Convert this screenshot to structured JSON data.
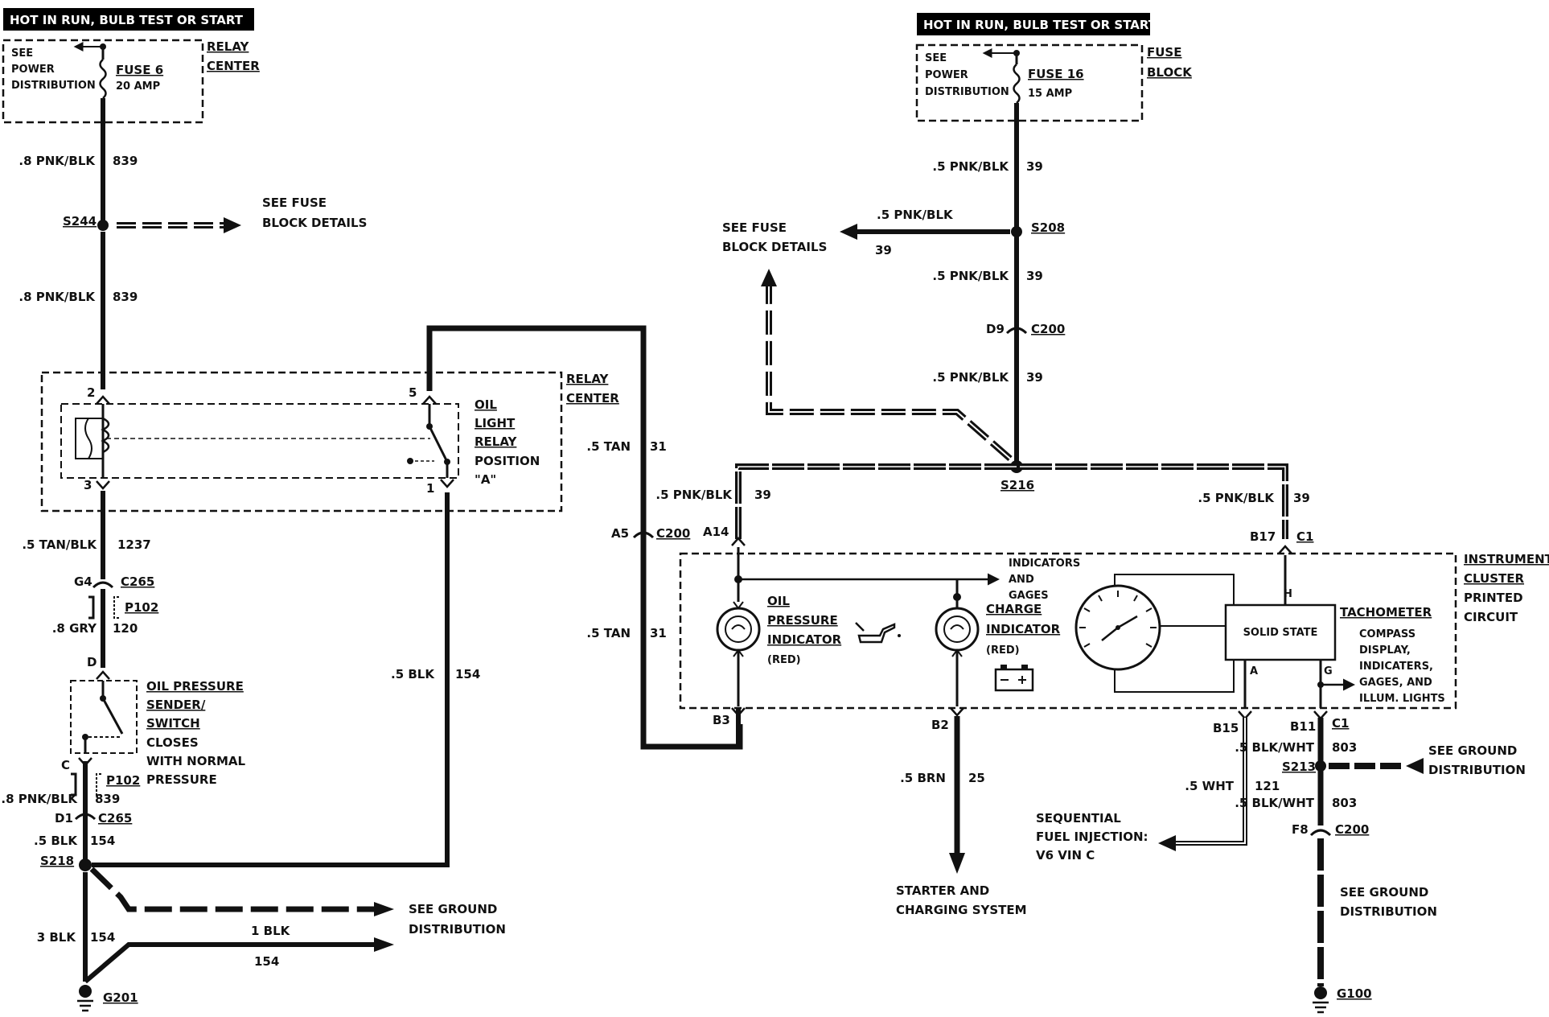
{
  "left": {
    "header": "HOT IN RUN, BULB TEST OR START",
    "box": {
      "see": "SEE",
      "power": "POWER",
      "distribution": "DISTRIBUTION",
      "fuse": "FUSE 6",
      "amp": "20 AMP",
      "tag1": "RELAY",
      "tag2": "CENTER"
    },
    "wire1": {
      "gauge": ".8 PNK/BLK",
      "circuit": "839"
    },
    "splice1": "S244",
    "fuse_details": [
      "SEE FUSE",
      "BLOCK DETAILS"
    ],
    "wire2": {
      "gauge": ".8 PNK/BLK",
      "circuit": "839"
    },
    "relay": {
      "pin2": "2",
      "pin3": "3",
      "pin5": "5",
      "pin1": "1",
      "name1": "OIL",
      "name2": "LIGHT",
      "name3": "RELAY",
      "pos1": "POSITION",
      "pos2": "\"A\"",
      "tag1": "RELAY",
      "tag2": "CENTER"
    },
    "wire3": {
      "gauge": ".5 TAN/BLK",
      "circuit": "1237"
    },
    "conn_c265": {
      "pin": "G4",
      "name": "C265"
    },
    "p102": "P102",
    "wire4": {
      "gauge": ".8 GRY",
      "circuit": "120"
    },
    "pin_d": "D",
    "sender": [
      "OIL PRESSURE",
      "SENDER/",
      "SWITCH",
      "CLOSES",
      "WITH NORMAL",
      "PRESSURE"
    ],
    "pin_c": "C",
    "p102b": "P102",
    "wire5": {
      "gauge": ".8 PNK/BLK",
      "circuit": "839"
    },
    "conn_c265b": {
      "pin": "D1",
      "name": "C265"
    },
    "wire6": {
      "gauge": ".5 BLK",
      "circuit": "154"
    },
    "splice2": "S218",
    "wire7": {
      "gauge": "3 BLK",
      "circuit": "154"
    },
    "ground_wire1": "1 BLK",
    "ground_wire2": "154",
    "ground_ref": [
      "SEE GROUND",
      "DISTRIBUTION"
    ],
    "ground": "G201",
    "blk_wire": {
      "gauge": ".5 BLK",
      "circuit": "154"
    }
  },
  "middle": {
    "tan_upper": {
      "gauge": ".5 TAN",
      "circuit": "31"
    },
    "conn": {
      "pin": "A5",
      "name": "C200"
    },
    "tan_lower": {
      "gauge": ".5 TAN",
      "circuit": "31"
    }
  },
  "right": {
    "header": "HOT IN RUN, BULB TEST OR START",
    "box": {
      "see": "SEE",
      "power": "POWER",
      "distribution": "DISTRIBUTION",
      "fuse": "FUSE 16",
      "amp": "15 AMP",
      "tag1": "FUSE",
      "tag2": "BLOCK"
    },
    "wire1": {
      "gauge": ".5 PNK/BLK",
      "circuit": "39"
    },
    "branch": {
      "gauge": ".5 PNK/BLK",
      "circuit": "39"
    },
    "splice_s208": "S208",
    "fuse_details": [
      "SEE FUSE",
      "BLOCK DETAILS"
    ],
    "wire2": {
      "gauge": ".5 PNK/BLK",
      "circuit": "39"
    },
    "conn_d9": {
      "pin": "D9",
      "name": "C200"
    },
    "wire3": {
      "gauge": ".5 PNK/BLK",
      "circuit": "39"
    },
    "splice_s216": "S216",
    "left_feed": {
      "gauge": ".5 PNK/BLK",
      "circuit": "39"
    },
    "right_feed": {
      "gauge": ".5 PNK/BLK",
      "circuit": "39"
    },
    "pins": {
      "a14": "A14",
      "b17": "B17",
      "c1": "C1",
      "h": "H",
      "a": "A",
      "g": "G",
      "b3": "B3",
      "b2": "B2",
      "b15": "B15",
      "b11": "B11",
      "c1b": "C1"
    },
    "indicators": [
      "INDICATORS",
      "AND",
      "GAGES"
    ],
    "oil_ind": [
      "OIL",
      "PRESSURE",
      "INDICATOR",
      "(RED)"
    ],
    "charge_ind": [
      "CHARGE",
      "INDICATOR",
      "(RED)"
    ],
    "solid_state": "SOLID STATE",
    "tach": "TACHOMETER",
    "tach_desc": [
      "COMPASS",
      "DISPLAY,",
      "INDICATERS,",
      "GAGES, AND",
      "ILLUM. LIGHTS"
    ],
    "cluster": [
      "INSTRUMENT",
      "CLUSTER",
      "PRINTED",
      "CIRCUIT"
    ],
    "brn_wire": {
      "gauge": ".5 BRN",
      "circuit": "25"
    },
    "starter": [
      "STARTER AND",
      "CHARGING SYSTEM"
    ],
    "wht_wire": {
      "gauge": ".5 WHT",
      "circuit": "121"
    },
    "sfi": [
      "SEQUENTIAL",
      "FUEL INJECTION:",
      "V6 VIN C"
    ],
    "blkwht1": {
      "gauge": ".5 BLK/WHT",
      "circuit": "803"
    },
    "splice_s213": "S213",
    "ground_ref1": [
      "SEE GROUND",
      "DISTRIBUTION"
    ],
    "blkwht2": {
      "gauge": ".5 BLK/WHT",
      "circuit": "803"
    },
    "conn_f8": {
      "pin": "F8",
      "name": "C200"
    },
    "ground_ref2": [
      "SEE GROUND",
      "DISTRIBUTION"
    ],
    "ground": "G100"
  }
}
